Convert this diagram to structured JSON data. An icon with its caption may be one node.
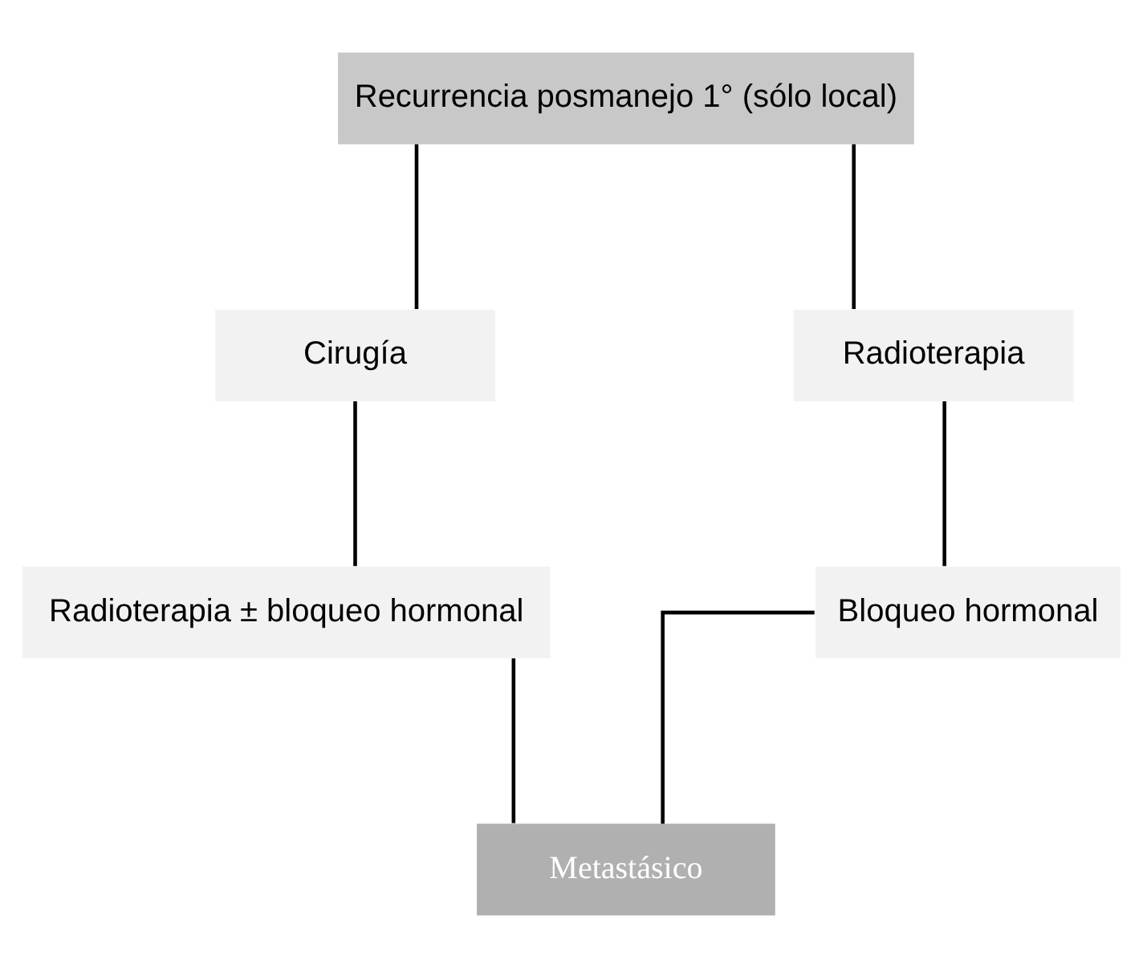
{
  "diagram": {
    "nodes": [
      {
        "text": [
          "Recurrencia posmanejo 1° (sólo local)"
        ]
      },
      {
        "text": [
          "Cirugía"
        ]
      },
      {
        "text": [
          "Radioterapia"
        ]
      },
      {
        "text": [
          "Radioterapia ± bloqueo hormonal"
        ]
      },
      {
        "text": [
          "Bloqueo hormonal"
        ]
      },
      {
        "text": [
          "Metastásico"
        ]
      }
    ],
    "edges": [
      {
        "from": 0,
        "to": 1,
        "arrow": "none"
      },
      {
        "from": 0,
        "to": 2,
        "arrow": "none"
      },
      {
        "from": 1,
        "to": 3,
        "arrow": "none"
      },
      {
        "from": 2,
        "to": 4,
        "arrow": "none"
      },
      {
        "from": 3,
        "to": 5,
        "arrow": "none"
      },
      {
        "from": 4,
        "to": 5,
        "arrow": "none"
      }
    ]
  }
}
